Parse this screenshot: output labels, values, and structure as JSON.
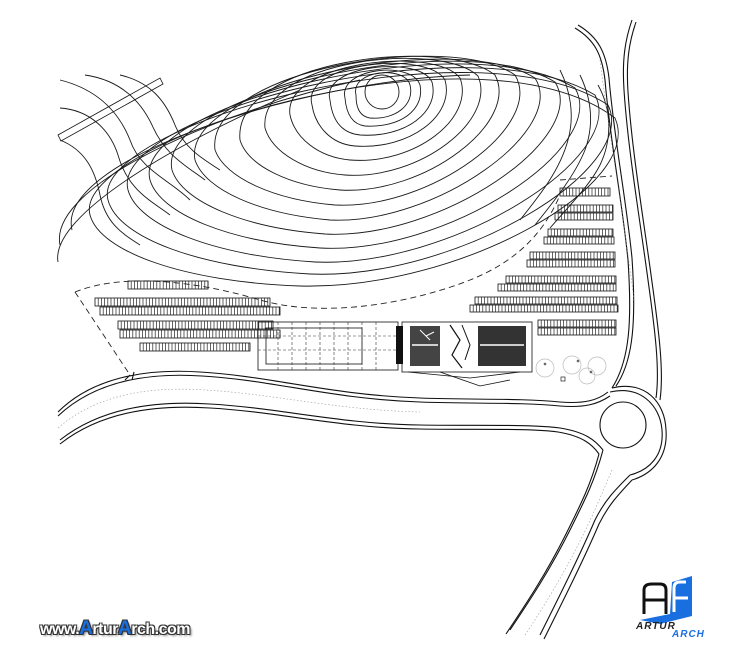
{
  "drawing": {
    "type": "architectural site plan",
    "elements": [
      "topographic contour lines",
      "hilltop summit circle",
      "terraced building blocks (west)",
      "terraced building blocks (east)",
      "central courtyard building",
      "dashed site boundary",
      "curved access road",
      "roundabout",
      "north-south road"
    ]
  },
  "watermark": {
    "url_prefix": "www.",
    "url_accent1": "A",
    "url_mid": "rtur",
    "url_accent2": "A",
    "url_suffix": "rch.com"
  },
  "logo": {
    "line1": "ARTUR",
    "line2": "ARCH",
    "accent_color": "#1a6fe0"
  }
}
